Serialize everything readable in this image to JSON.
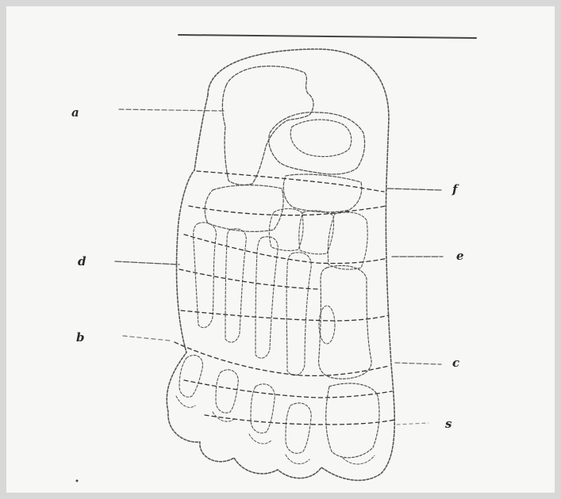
{
  "figure": {
    "labels": {
      "a": "a",
      "d": "d",
      "b": "b",
      "f": "f",
      "e": "e",
      "c": "c",
      "s": "s"
    }
  }
}
